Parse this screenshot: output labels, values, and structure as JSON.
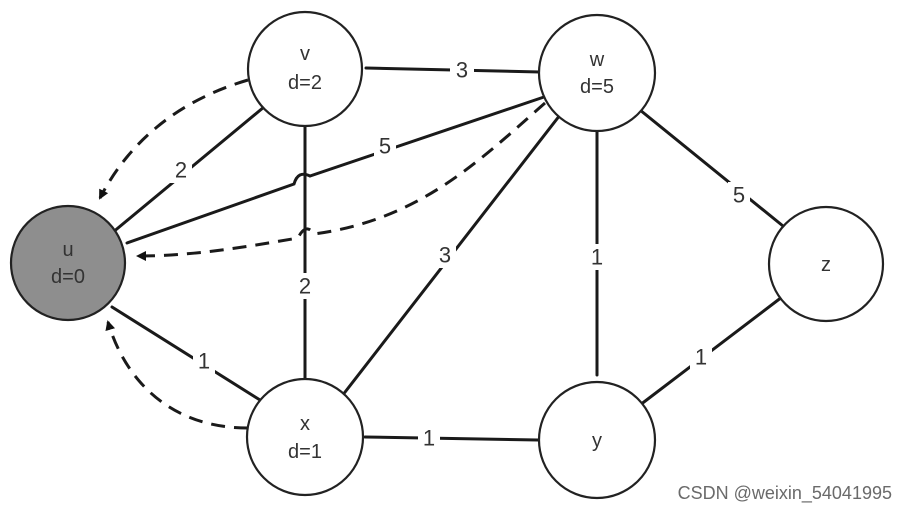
{
  "graph": {
    "nodes": {
      "u": {
        "name": "u",
        "dist": "d=0",
        "fill": "#8e8e8e"
      },
      "v": {
        "name": "v",
        "dist": "d=2",
        "fill": "#ffffff"
      },
      "w": {
        "name": "w",
        "dist": "d=5",
        "fill": "#ffffff"
      },
      "x": {
        "name": "x",
        "dist": "d=1",
        "fill": "#ffffff"
      },
      "y": {
        "name": "y",
        "dist": "",
        "fill": "#ffffff"
      },
      "z": {
        "name": "z",
        "dist": "",
        "fill": "#ffffff"
      }
    },
    "edges": [
      {
        "from": "u",
        "to": "v",
        "weight": "2"
      },
      {
        "from": "u",
        "to": "w",
        "weight": "5"
      },
      {
        "from": "u",
        "to": "x",
        "weight": "1"
      },
      {
        "from": "v",
        "to": "w",
        "weight": "3"
      },
      {
        "from": "v",
        "to": "x",
        "weight": "2"
      },
      {
        "from": "w",
        "to": "x",
        "weight": "3"
      },
      {
        "from": "w",
        "to": "y",
        "weight": "1"
      },
      {
        "from": "w",
        "to": "z",
        "weight": "5"
      },
      {
        "from": "x",
        "to": "y",
        "weight": "1"
      },
      {
        "from": "y",
        "to": "z",
        "weight": "1"
      }
    ],
    "predecessor_arrows": [
      {
        "from": "v",
        "to": "u"
      },
      {
        "from": "w",
        "to": "u"
      },
      {
        "from": "x",
        "to": "u"
      }
    ]
  },
  "watermark": "CSDN @weixin_54041995"
}
